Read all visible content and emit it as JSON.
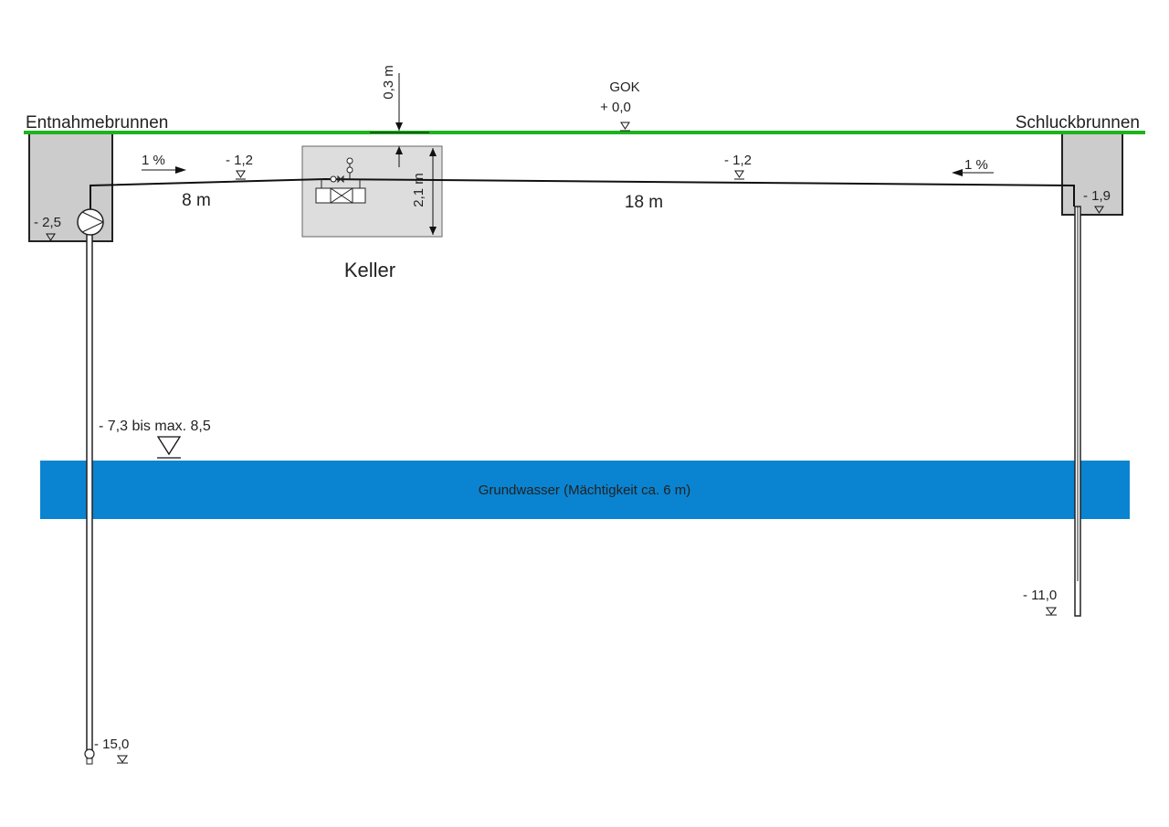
{
  "labels": {
    "left_well": "Entnahmebrunnen",
    "right_well": "Schluckbrunnen",
    "gok": "GOK",
    "gok_level": "+ 0,0",
    "cellar": "Keller",
    "cellar_depth_dim": "0,3 m",
    "cellar_height_dim": "2,1 m",
    "left_pipe_length": "8 m",
    "right_pipe_length": "18 m",
    "left_slope": "1 %",
    "right_slope": "1 %",
    "left_pipe_level": "- 1,2",
    "right_pipe_level": "- 1,2",
    "left_shaft_level": "- 2,5",
    "right_shaft_level": "- 1,9",
    "water_table": "- 7,3 bis max. 8,5",
    "groundwater": "Grundwasser (Mächtigkeit ca. 6 m)",
    "right_well_depth": "- 11,0",
    "left_well_depth": "- 15,0"
  },
  "colors": {
    "ground_line": "#1db31d",
    "groundwater": "#0a84d0",
    "shaft_fill": "#cccccc",
    "cellar_fill": "#dddddd"
  },
  "icons": {
    "pump": "pump-icon",
    "level_marker": "level-triangle-icon",
    "heat_pump": "heat-exchanger-icon"
  }
}
